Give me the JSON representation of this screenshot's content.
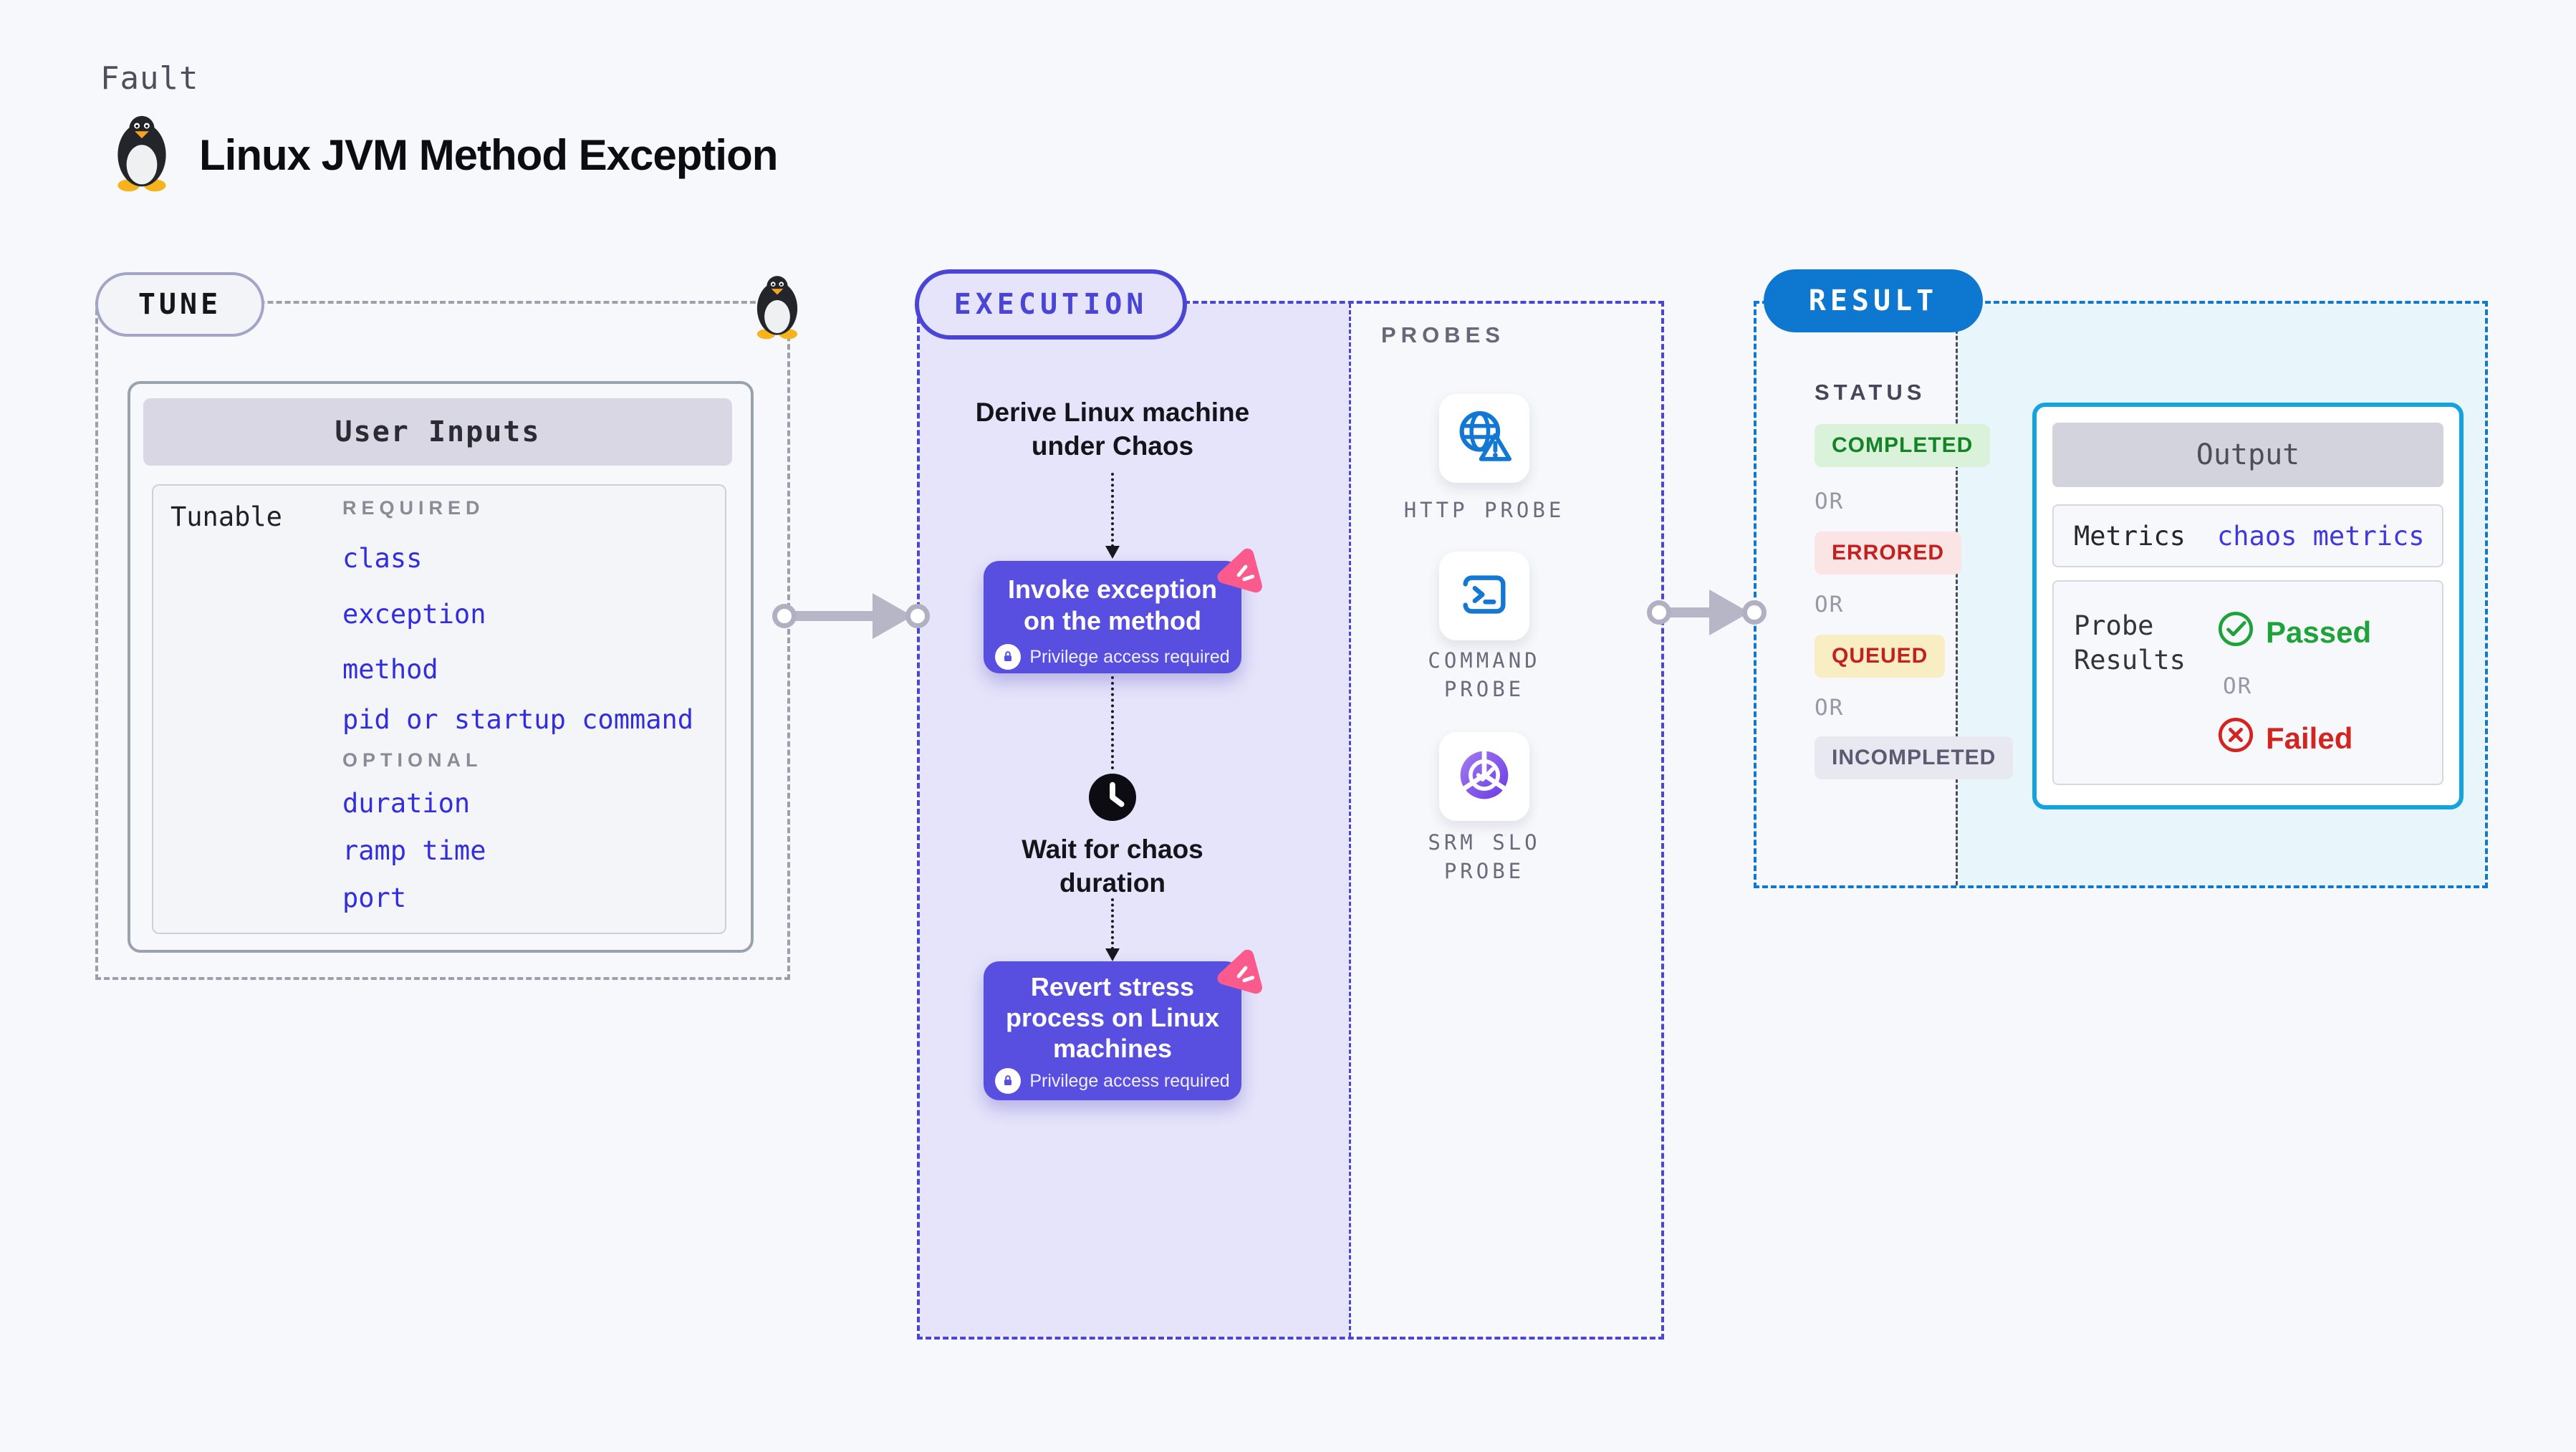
{
  "header": {
    "kicker": "Fault",
    "title": "Linux JVM Method Exception"
  },
  "tune": {
    "label": "TUNE",
    "user_inputs": {
      "title": "User Inputs",
      "tunable_label": "Tunable",
      "required_label": "REQUIRED",
      "required_items": [
        "class",
        "exception",
        "method",
        "pid or startup command"
      ],
      "optional_label": "OPTIONAL",
      "optional_items": [
        "duration",
        "ramp time",
        "port"
      ]
    }
  },
  "execution": {
    "label": "EXECUTION",
    "derive_line1": "Derive Linux machine",
    "derive_line2": "under Chaos",
    "invoke_line1": "Invoke exception",
    "invoke_line2": "on the method",
    "privilege_note": "Privilege access required",
    "wait_line1": "Wait for chaos",
    "wait_line2": "duration",
    "revert_line1": "Revert stress",
    "revert_line2": "process on Linux",
    "revert_line3": "machines"
  },
  "probes": {
    "label": "PROBES",
    "http": [
      "HTTP PROBE"
    ],
    "command": [
      "COMMAND",
      "PROBE"
    ],
    "srm": [
      "SRM SLO",
      "PROBE"
    ]
  },
  "result": {
    "label": "RESULT",
    "status_label": "STATUS",
    "or": "OR",
    "badges": [
      {
        "label": "COMPLETED"
      },
      {
        "label": "ERRORED"
      },
      {
        "label": "QUEUED"
      },
      {
        "label": "INCOMPLETED"
      }
    ],
    "output": {
      "title": "Output",
      "metrics_label": "Metrics",
      "metrics_value": "chaos metrics",
      "probe_results_line1": "Probe",
      "probe_results_line2": "Results",
      "passed": "Passed",
      "or": "OR",
      "failed": "Failed"
    }
  },
  "colors": {
    "action_purple": "#584ee0",
    "execution_indigo": "#4b45d6",
    "result_blue": "#0e78d1",
    "output_cyan": "#14a3de",
    "chaos_pink": "#fb5a8d",
    "link_blue": "#322ddd",
    "passed_green": "#1ea23a",
    "failed_red": "#d42420"
  }
}
